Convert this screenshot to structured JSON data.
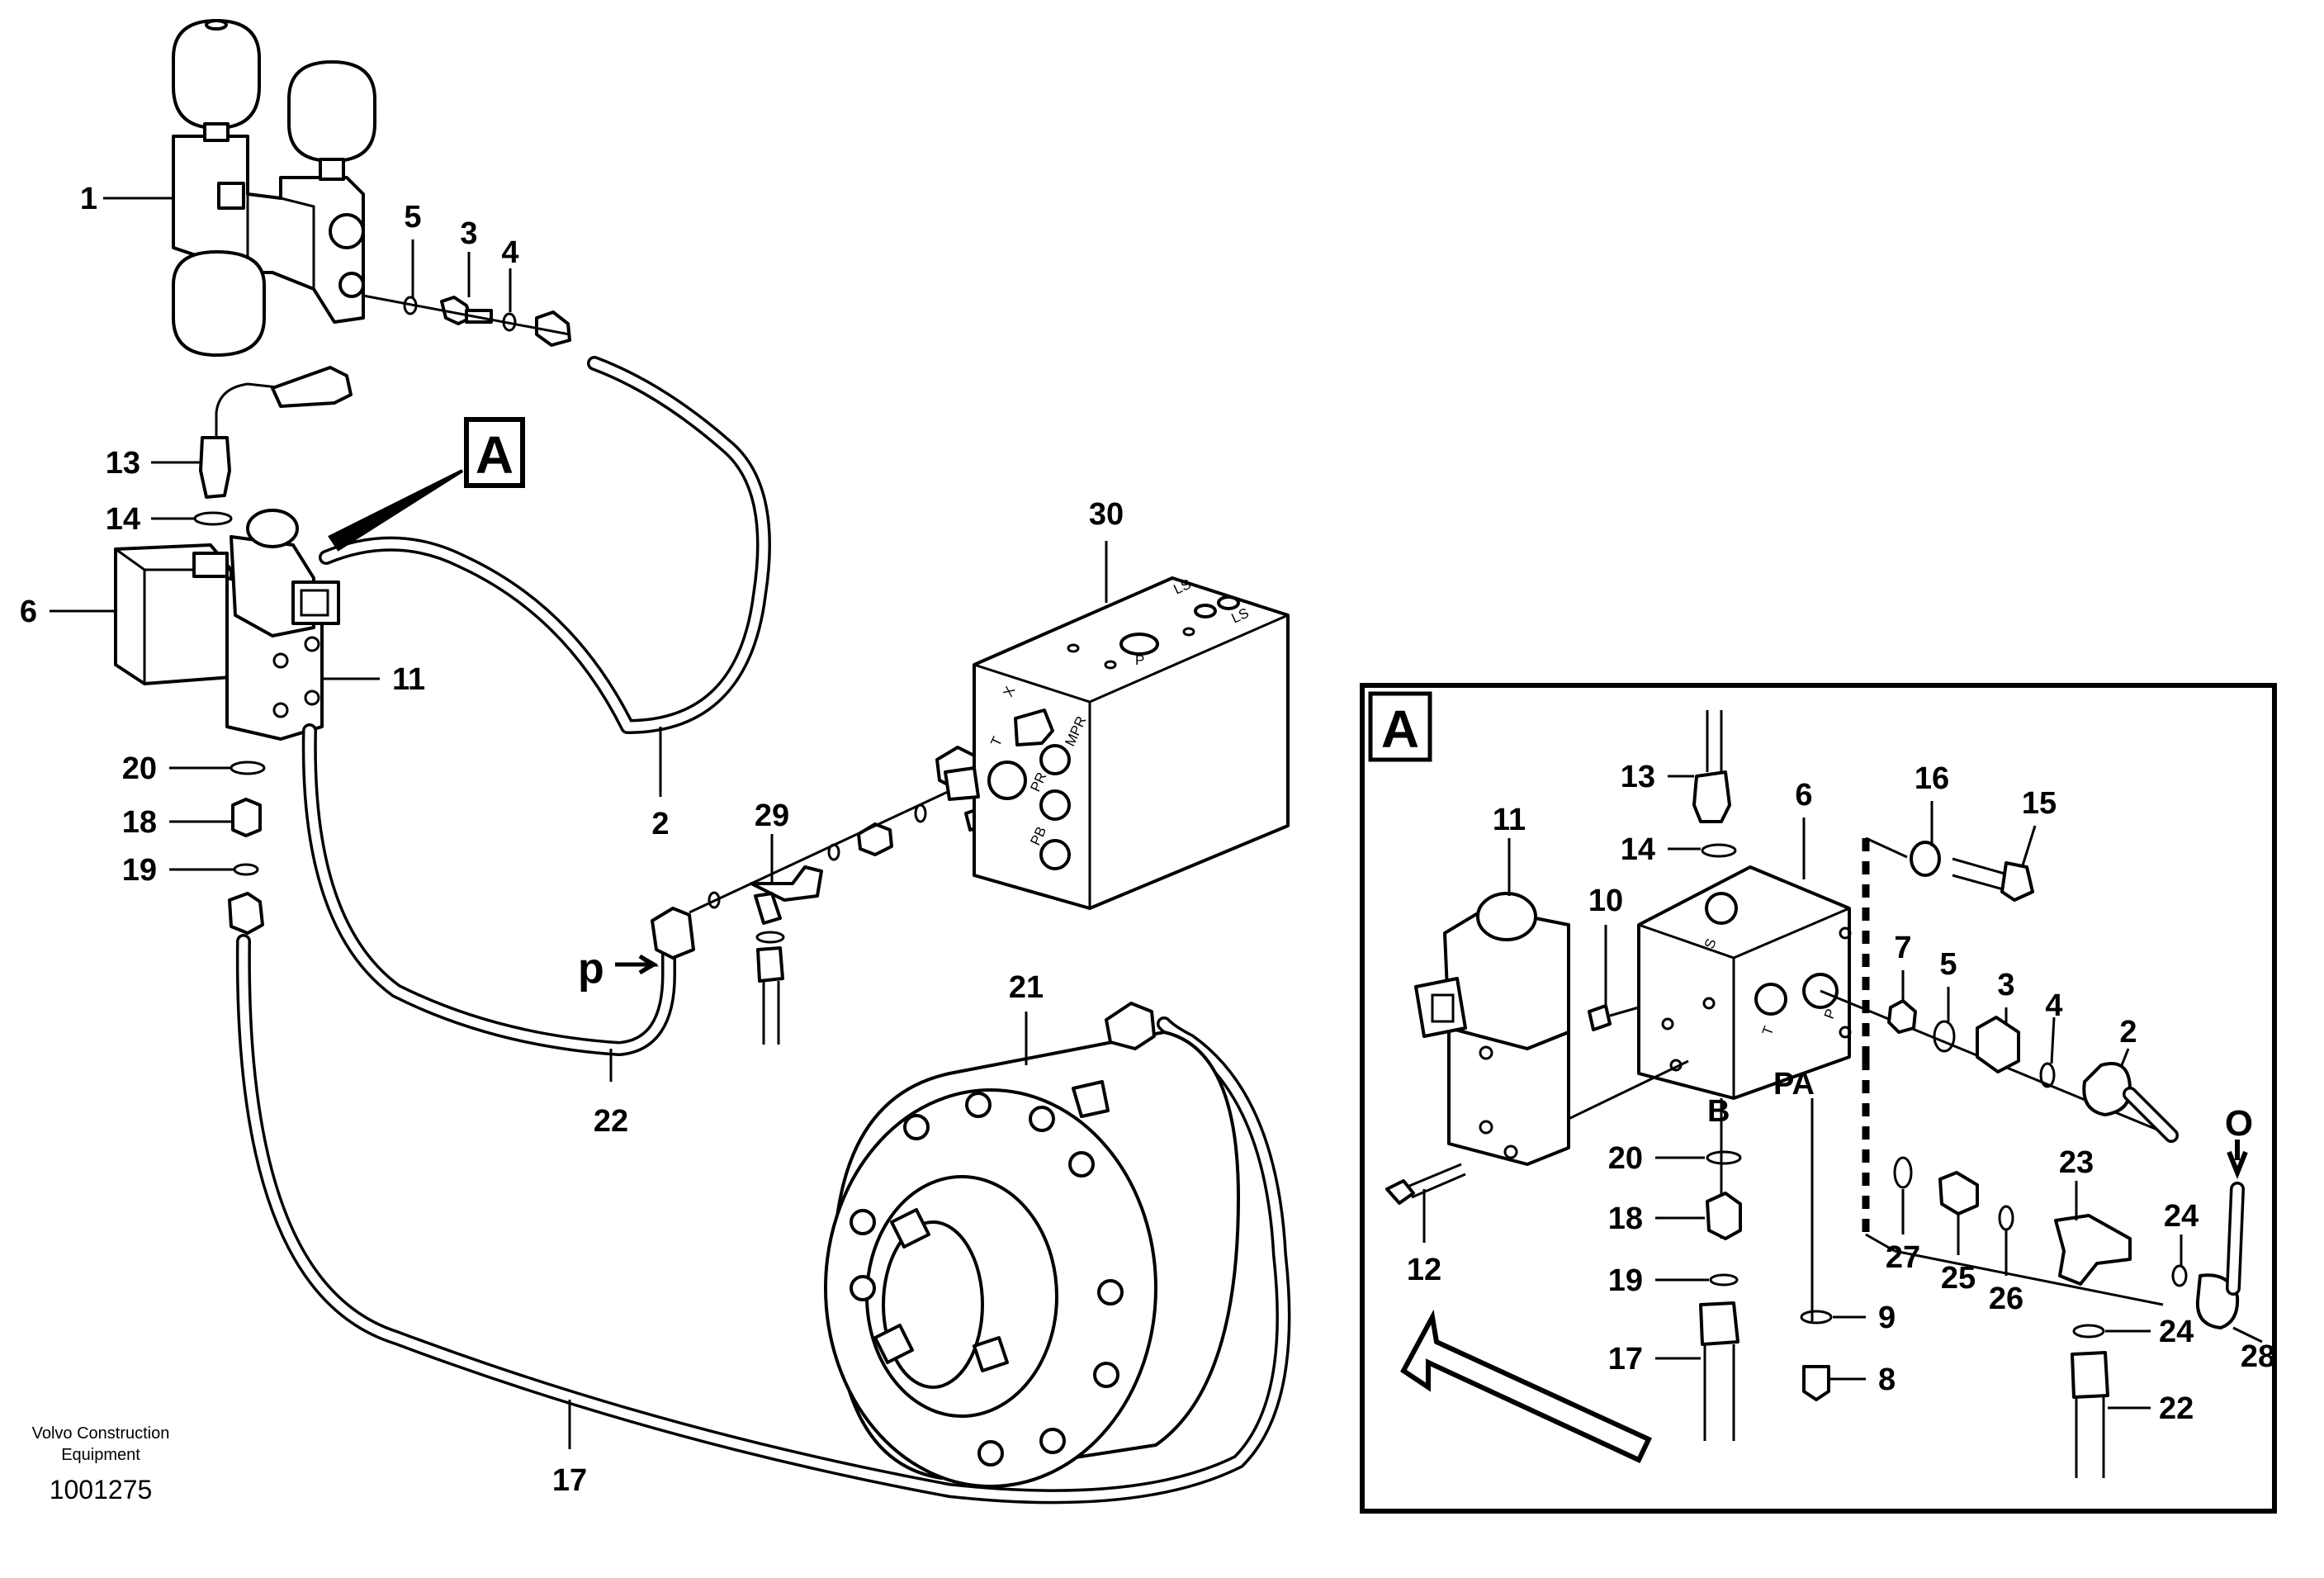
{
  "diagram": {
    "callout_main": "A",
    "detail_title": "A",
    "footer": {
      "brand_line1": "Volvo Construction",
      "brand_line2": "Equipment",
      "reference": "1001275"
    },
    "port_markings": {
      "block_top_1": "LS",
      "block_top_2": "LS",
      "block_t": "T",
      "block_x": "X",
      "block_pr": "PR",
      "block_pb": "PB",
      "block_mpr": "MPR",
      "block_p": "P",
      "detail_s": "S",
      "detail_t": "T",
      "detail_p": "P"
    },
    "port_labels": {
      "p_arrow": "p",
      "o_arrow": "O",
      "B": "B",
      "PA": "PA"
    },
    "main_labels": {
      "l1": "1",
      "l2": "2",
      "l3": "3",
      "l4": "4",
      "l5": "5",
      "l6": "6",
      "l11": "11",
      "l13": "13",
      "l14": "14",
      "l17": "17",
      "l18": "18",
      "l19": "19",
      "l20": "20",
      "l21": "21",
      "l22": "22",
      "l29": "29",
      "l30": "30"
    },
    "detail_labels": {
      "d2": "2",
      "d3": "3",
      "d4": "4",
      "d5": "5",
      "d6": "6",
      "d7": "7",
      "d8": "8",
      "d9": "9",
      "d10": "10",
      "d11": "11",
      "d12": "12",
      "d13": "13",
      "d14": "14",
      "d15": "15",
      "d16": "16",
      "d17": "17",
      "d18": "18",
      "d19": "19",
      "d20": "20",
      "d22": "22",
      "d23": "23",
      "d24a": "24",
      "d24b": "24",
      "d25": "25",
      "d26": "26",
      "d27": "27",
      "d28": "28"
    }
  }
}
